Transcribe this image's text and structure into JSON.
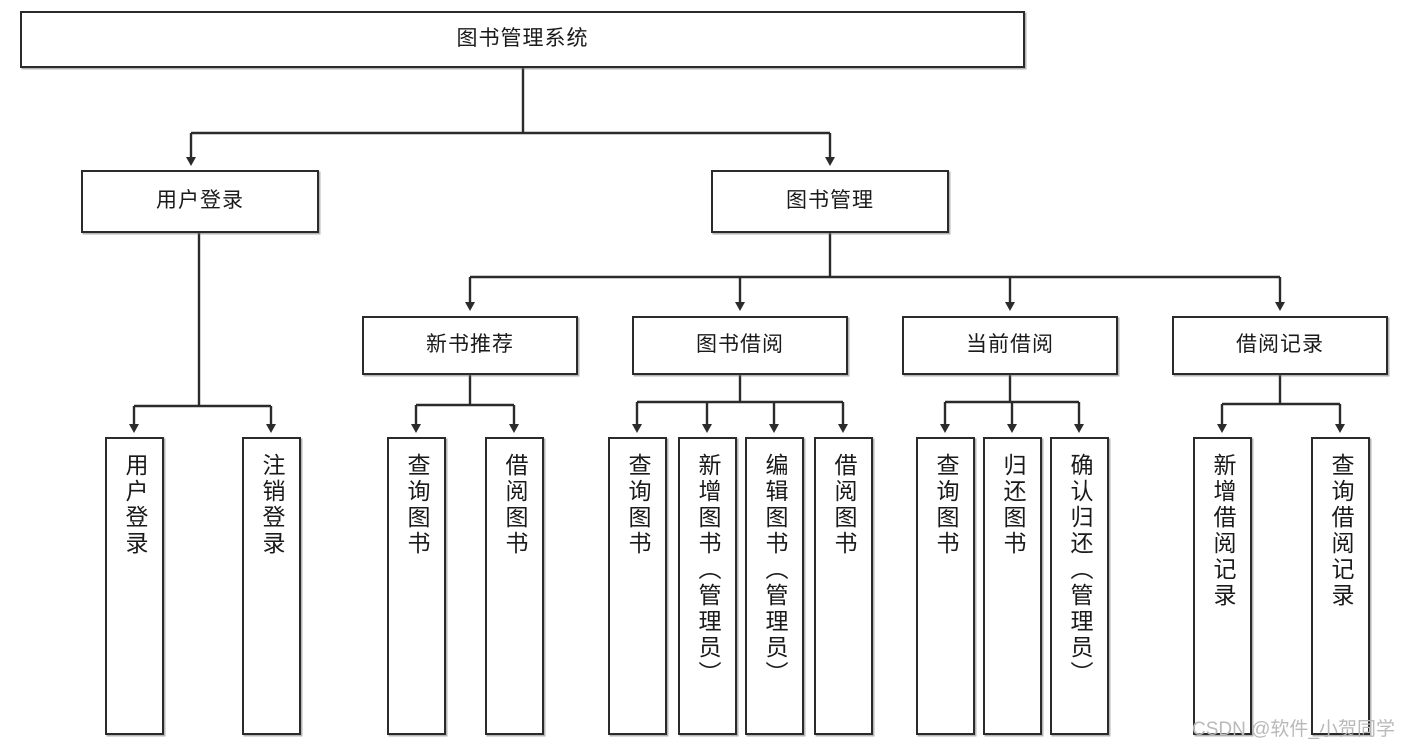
{
  "diagram": {
    "title": "图书管理系统",
    "type": "tree-hierarchy-diagram",
    "colors": {
      "box_border": "#2b2b2b",
      "box_fill": "#ffffff",
      "connector": "#2b2b2b",
      "text": "#1a1a1a",
      "watermark": "#b9b9b9",
      "background": "#ffffff"
    },
    "root": {
      "label": "图书管理系统"
    },
    "level2": [
      {
        "id": "user-login",
        "label": "用户登录"
      },
      {
        "id": "book-management",
        "label": "图书管理"
      }
    ],
    "level3": [
      {
        "id": "new-book-recommend",
        "label": "新书推荐"
      },
      {
        "id": "book-borrow",
        "label": "图书借阅"
      },
      {
        "id": "current-borrow",
        "label": "当前借阅"
      },
      {
        "id": "borrow-record",
        "label": "借阅记录"
      }
    ],
    "leaves": {
      "user_login": [
        {
          "id": "leaf-user-login",
          "label": "用户登录"
        },
        {
          "id": "leaf-logout-login",
          "label": "注销登录"
        }
      ],
      "new_book_recommend": [
        {
          "id": "leaf-query-book-1",
          "label": "查询图书"
        },
        {
          "id": "leaf-borrow-book-1",
          "label": "借阅图书"
        }
      ],
      "book_borrow": [
        {
          "id": "leaf-query-book-2",
          "label": "查询图书"
        },
        {
          "id": "leaf-add-book",
          "label": "新增图书（管理员）"
        },
        {
          "id": "leaf-edit-book",
          "label": "编辑图书（管理员）"
        },
        {
          "id": "leaf-borrow-book-2",
          "label": "借阅图书"
        }
      ],
      "current_borrow": [
        {
          "id": "leaf-query-book-3",
          "label": "查询图书"
        },
        {
          "id": "leaf-return-book",
          "label": "归还图书"
        },
        {
          "id": "leaf-confirm-return",
          "label": "确认归还（管理员）"
        }
      ],
      "borrow_record": [
        {
          "id": "leaf-add-borrow-record",
          "label": "新增借阅记录"
        },
        {
          "id": "leaf-query-borrow-record",
          "label": "查询借阅记录"
        }
      ]
    },
    "watermark": "CSDN @软件_小贺同学"
  }
}
